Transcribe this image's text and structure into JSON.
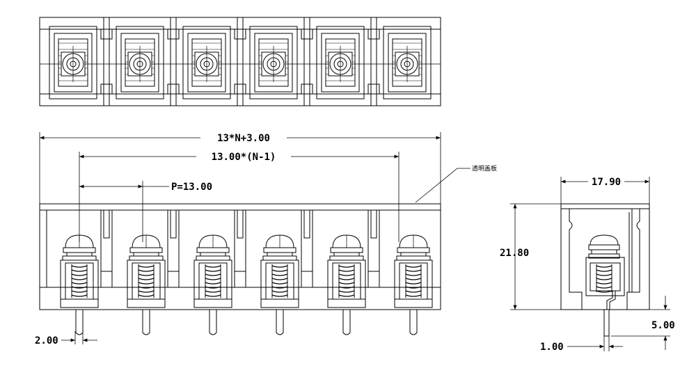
{
  "dimensions": {
    "overall_length": "13*N+3.00",
    "span": "13.00*(N-1)",
    "pitch": "P=13.00",
    "height": "21.80",
    "width": "17.90",
    "pin_diameter_front": "2.00",
    "pin_diameter_side": "1.00",
    "pin_length": "5.00"
  },
  "annotations": {
    "cover_note": "透明盖板"
  },
  "poles": 6
}
